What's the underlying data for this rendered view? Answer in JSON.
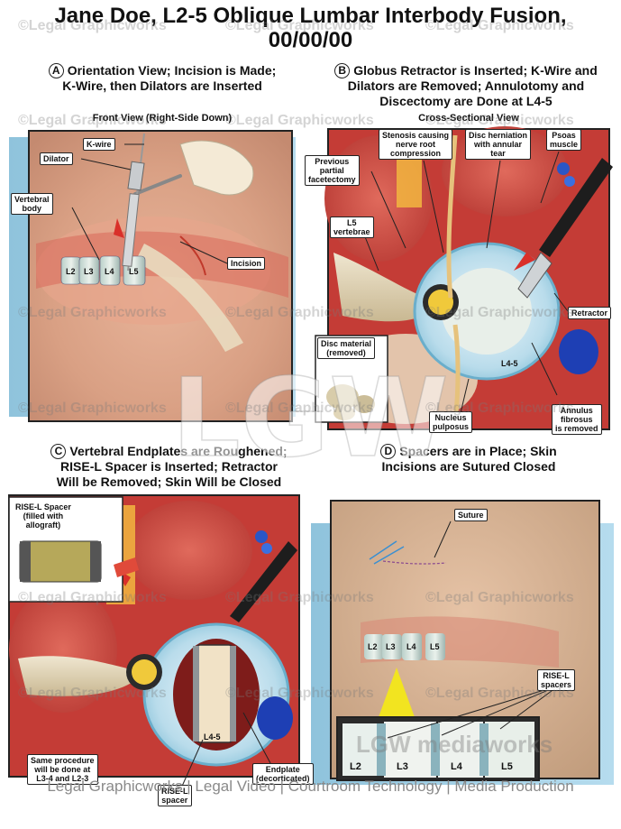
{
  "title_line1": "Jane Doe, L2-5 Oblique Lumbar Interbody Fusion,",
  "title_line2": "00/00/00",
  "panels": {
    "a": {
      "letter": "A",
      "line1": "Orientation View; Incision is Made;",
      "line2": "K-Wire, then Dilators are Inserted",
      "subtitle": "Front View (Right-Side Down)",
      "labels": {
        "kwire": "K-wire",
        "dilator": "Dilator",
        "vertebral_body": "Vertebral\nbody",
        "incision": "Incision"
      },
      "vertebrae": [
        "L2",
        "L3",
        "L4",
        "L5"
      ]
    },
    "b": {
      "letter": "B",
      "line1": "Globus Retractor is Inserted; K-Wire and",
      "line2": "Dilators are Removed; Annulotomy and",
      "line3": "Discectomy are Done at L4-5",
      "subtitle": "Cross-Sectional View",
      "labels": {
        "stenosis": "Stenosis causing\nnerve root\ncompression",
        "herniation": "Disc herniation\nwith annular\ntear",
        "psoas": "Psoas\nmuscle",
        "facetectomy": "Previous\npartial\nfacetectomy",
        "l5": "L5\nvertebrae",
        "retractor": "Retractor",
        "disc_material": "Disc material\n(removed)",
        "nucleus": "Nucleus\npulposus",
        "annulus": "Annulus\nfibrosus\nis removed",
        "level": "L4-5"
      }
    },
    "c": {
      "letter": "C",
      "line1": "Vertebral Endplates are Roughened;",
      "line2": "RISE-L Spacer is Inserted; Retractor",
      "line3": "Will be Removed; Skin Will be Closed",
      "labels": {
        "spacer_inset": "RISE-L Spacer\n(filled with\nallograft)",
        "same_procedure": "Same procedure\nwill be done at\nL3-4 and L2-3",
        "rise_spacer": "RISE-L\nspacer",
        "endplate": "Endplate\n(decorticated)",
        "level": "L4-5"
      }
    },
    "d": {
      "letter": "D",
      "line1": "Spacers are in Place; Skin",
      "line2": "Incisions are Sutured Closed",
      "labels": {
        "suture": "Suture",
        "rise_spacers": "RISE-L\nspacers"
      },
      "vertebrae": [
        "L2",
        "L3",
        "L4",
        "L5"
      ]
    }
  },
  "watermark": "©Legal Graphicworks",
  "footer": "Legal Graphicworks | Legal Video | Courtroom Technology | Media Production",
  "center_logo": "LGW",
  "bottom_logo": "LGW mediaworks"
}
